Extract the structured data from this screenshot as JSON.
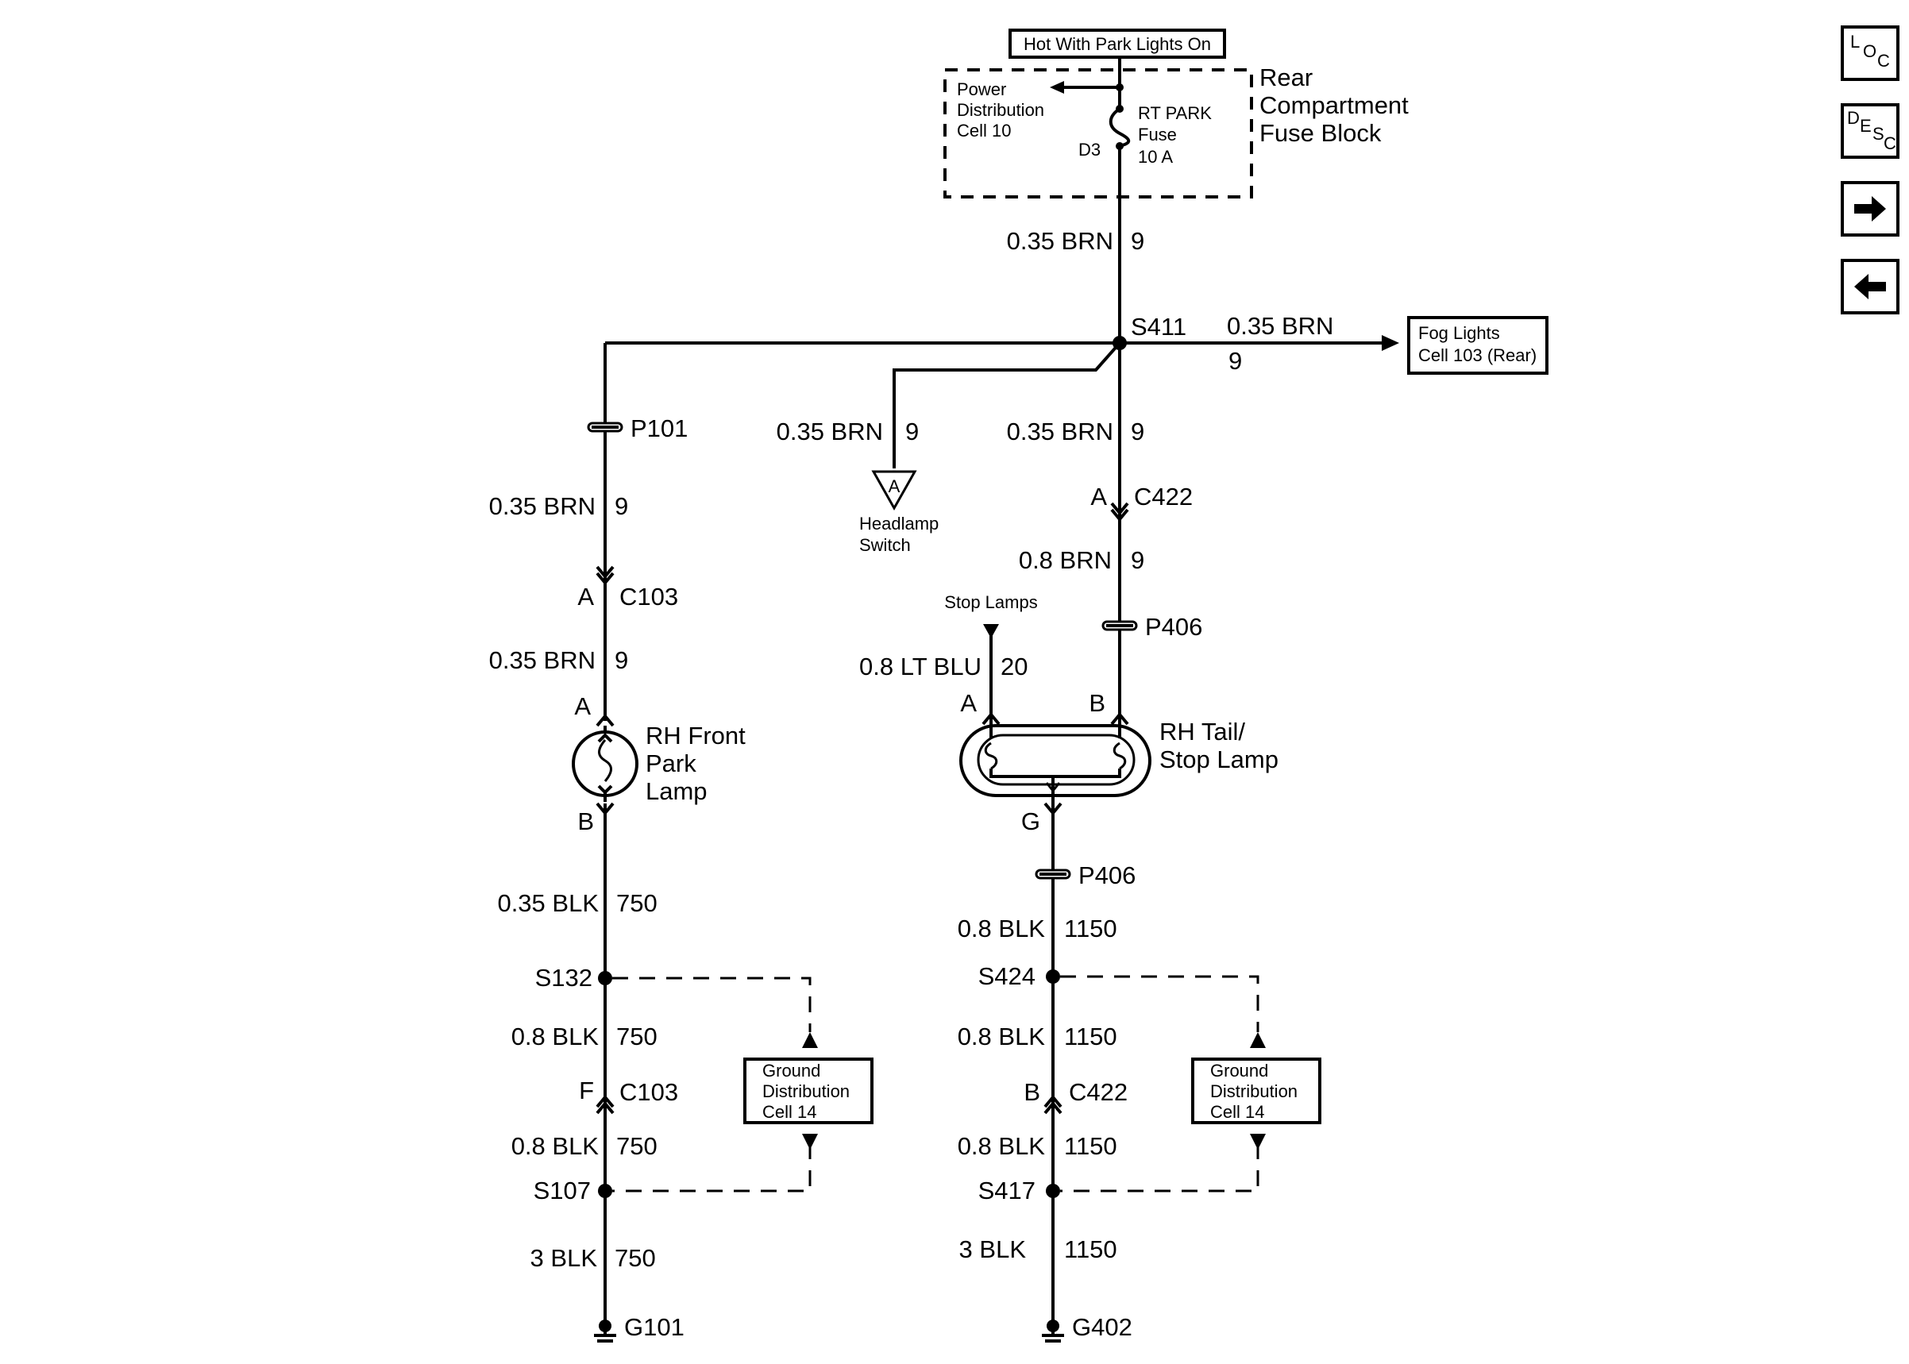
{
  "source": {
    "label": "Hot With Park Lights On"
  },
  "fuse_block": {
    "title": [
      "Rear",
      "Compartment",
      "Fuse Block"
    ],
    "power_dist": [
      "Power",
      "Distribution",
      "Cell 10"
    ],
    "fuse": [
      "RT PARK",
      "Fuse",
      "10 A"
    ],
    "pin": "D3"
  },
  "wires": {
    "main": {
      "size": "0.35 BRN",
      "circuit": "9"
    },
    "fog": {
      "size": "0.35 BRN",
      "circuit": "9"
    },
    "front_upper": {
      "size": "0.35 BRN",
      "circuit": "9"
    },
    "front_lower": {
      "size": "0.35 BRN",
      "circuit": "9"
    },
    "headlamp": {
      "size": "0.35 BRN",
      "circuit": "9"
    },
    "rear_upper": {
      "size": "0.35 BRN",
      "circuit": "9"
    },
    "rear_lower": {
      "size": "0.8 BRN",
      "circuit": "9"
    },
    "stop": {
      "size": "0.8 LT BLU",
      "circuit": "20"
    },
    "front_gnd_1": {
      "size": "0.35 BLK",
      "circuit": "750"
    },
    "front_gnd_2": {
      "size": "0.8 BLK",
      "circuit": "750"
    },
    "front_gnd_3": {
      "size": "0.8 BLK",
      "circuit": "750"
    },
    "front_gnd_4": {
      "size": "3 BLK",
      "circuit": "750"
    },
    "rear_gnd_1": {
      "size": "0.8 BLK",
      "circuit": "1150"
    },
    "rear_gnd_2": {
      "size": "0.8 BLK",
      "circuit": "1150"
    },
    "rear_gnd_3": {
      "size": "0.8 BLK",
      "circuit": "1150"
    },
    "rear_gnd_4": {
      "size": "3 BLK",
      "circuit": "1150"
    }
  },
  "splices": {
    "s411": "S411",
    "s132": "S132",
    "s107": "S107",
    "s424": "S424",
    "s417": "S417"
  },
  "connectors": {
    "p101": "P101",
    "c103_top": {
      "name": "C103",
      "pin": "A"
    },
    "c103_bottom": {
      "name": "C103",
      "pin": "F"
    },
    "c422_top": {
      "name": "C422",
      "pin": "A"
    },
    "c422_bottom": {
      "name": "C422",
      "pin": "B"
    },
    "p406_top": "P406",
    "p406_bottom": "P406"
  },
  "fog_box": [
    "Fog Lights",
    "Cell 103 (Rear)"
  ],
  "headlamp_switch": {
    "pin": "A",
    "label": [
      "Headlamp",
      "Switch"
    ]
  },
  "stop_lamps": "Stop Lamps",
  "front_lamp": {
    "label": [
      "RH Front",
      "Park",
      "Lamp"
    ],
    "pin_top": "A",
    "pin_bottom": "B"
  },
  "tail_lamp": {
    "label": [
      "RH Tail/",
      "Stop Lamp"
    ],
    "pin_a": "A",
    "pin_b": "B",
    "pin_g": "G"
  },
  "ground_dist_left": [
    "Ground",
    "Distribution",
    "Cell 14"
  ],
  "ground_dist_right": [
    "Ground",
    "Distribution",
    "Cell 14"
  ],
  "grounds": {
    "g101": "G101",
    "g402": "G402"
  },
  "nav": {
    "loc": [
      "L",
      "O",
      "C"
    ],
    "desc": [
      "D",
      "E",
      "S",
      "C"
    ],
    "next_icon": "arrow-right-icon",
    "prev_icon": "arrow-left-icon"
  }
}
